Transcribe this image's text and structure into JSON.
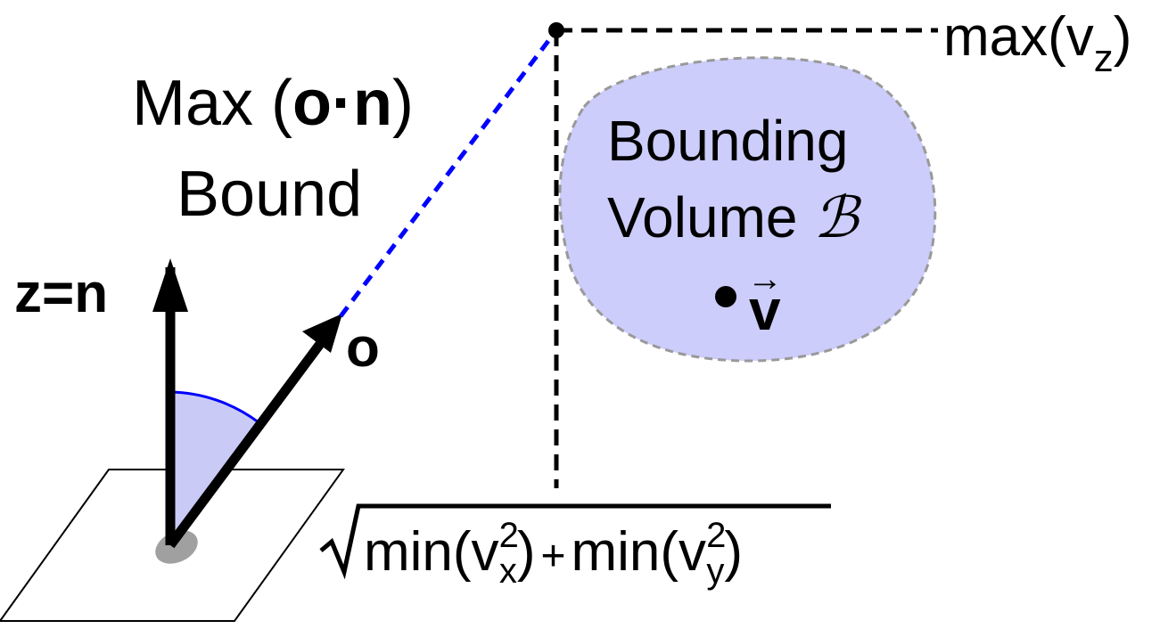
{
  "labels": {
    "max_bound_line1_prefix": "Max (",
    "max_bound_o": "o",
    "max_bound_dot": "·",
    "max_bound_n": "n",
    "max_bound_line1_suffix": ")",
    "max_bound_line2": "Bound",
    "z_axis": "z=n",
    "vector_o": "o",
    "bounding_line1": "Bounding",
    "bounding_line2_prefix": "Volume ",
    "bounding_symbol": "ℬ",
    "vector_v": "v",
    "vector_v_arrow": "→",
    "max_vz_prefix": "max(v",
    "max_vz_sub": "z",
    "max_vz_suffix": ")",
    "sqrt_min1_prefix": "min(v",
    "sqrt_sup2": "2",
    "sqrt_sub_x": "x",
    "sqrt_close": ")",
    "sqrt_plus": "+",
    "sqrt_min2_prefix": "min(v",
    "sqrt_sub_y": "y"
  },
  "colors": {
    "blob_fill": "#cccdfa",
    "blob_stroke": "#999999",
    "angle_fill": "#c9cbf6",
    "angle_arc": "#0000ff",
    "dotted_line": "#0000ff",
    "shadow": "#a0a0a0",
    "ink": "#000000"
  }
}
